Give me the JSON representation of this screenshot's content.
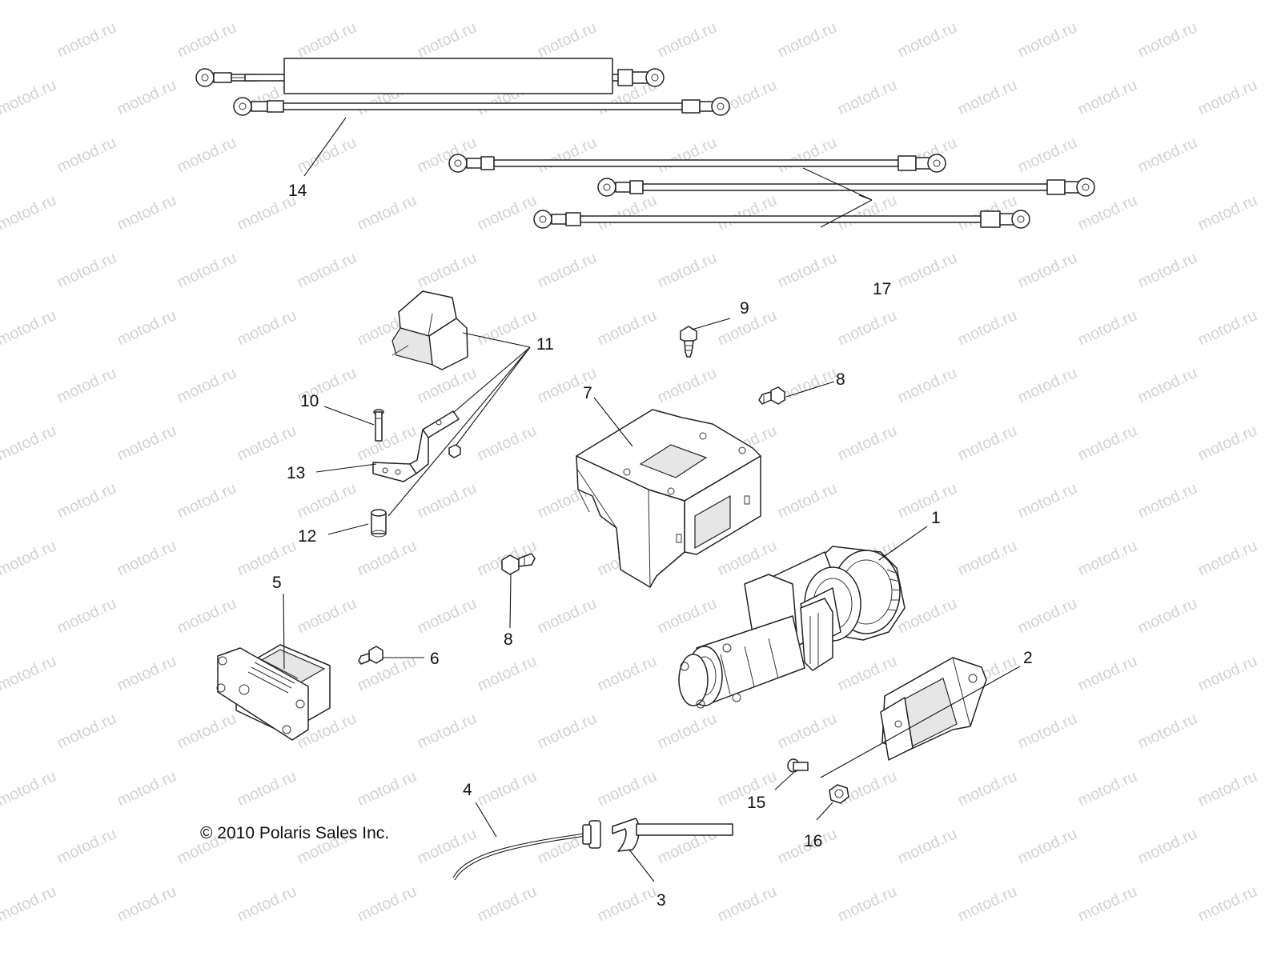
{
  "watermark": "motod.ru",
  "copyright": "© 2010 Polaris Sales Inc.",
  "callouts": {
    "c1": "1",
    "c2": "2",
    "c3": "3",
    "c4": "4",
    "c5": "5",
    "c6": "6",
    "c7": "7",
    "c8a": "8",
    "c8b": "8",
    "c9": "9",
    "c10": "10",
    "c11": "11",
    "c12": "12",
    "c13": "13",
    "c14": "14",
    "c15": "15",
    "c16": "16",
    "c17": "17"
  }
}
